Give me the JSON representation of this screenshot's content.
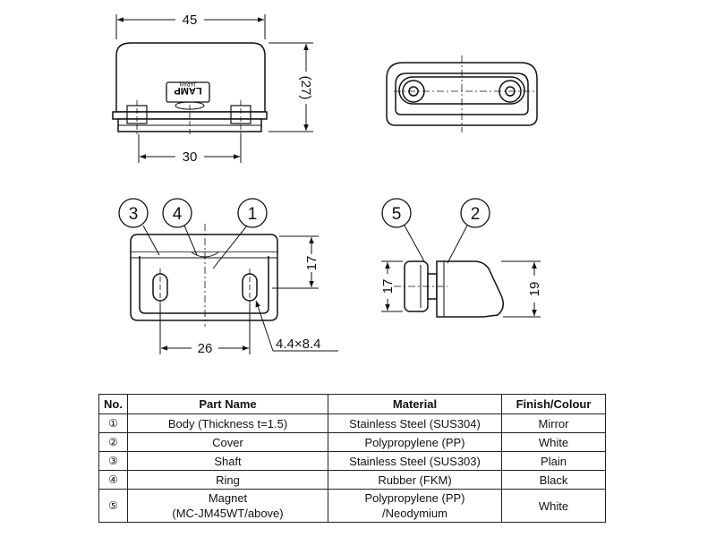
{
  "dimensions": {
    "top_width": "45",
    "hole_spacing_top": "30",
    "height_ref": "(27)",
    "front_height": "17",
    "hole_spacing_front": "26",
    "slot_size": "4.4×8.4",
    "side_magnet_height": "17",
    "side_cover_height": "19"
  },
  "balloons": [
    "3",
    "4",
    "1",
    "5",
    "2"
  ],
  "label_plate": {
    "line1": "LAMP",
    "line2": "JAPAN"
  },
  "table": {
    "headers": [
      "No.",
      "Part Name",
      "Material",
      "Finish/Colour"
    ],
    "rows": [
      {
        "no": "①",
        "part": [
          "Body (Thickness t=1.5)"
        ],
        "material": [
          "Stainless Steel (SUS304)"
        ],
        "finish": "Mirror"
      },
      {
        "no": "②",
        "part": [
          "Cover"
        ],
        "material": [
          "Polypropylene (PP)"
        ],
        "finish": "White"
      },
      {
        "no": "③",
        "part": [
          "Shaft"
        ],
        "material": [
          "Stainless Steel (SUS303)"
        ],
        "finish": "Plain"
      },
      {
        "no": "④",
        "part": [
          "Ring"
        ],
        "material": [
          "Rubber (FKM)"
        ],
        "finish": "Black"
      },
      {
        "no": "⑤",
        "part": [
          "Magnet",
          "(MC-JM45WT/above)"
        ],
        "material": [
          "Polypropylene (PP)",
          "/Neodymium"
        ],
        "finish": "White"
      }
    ]
  }
}
